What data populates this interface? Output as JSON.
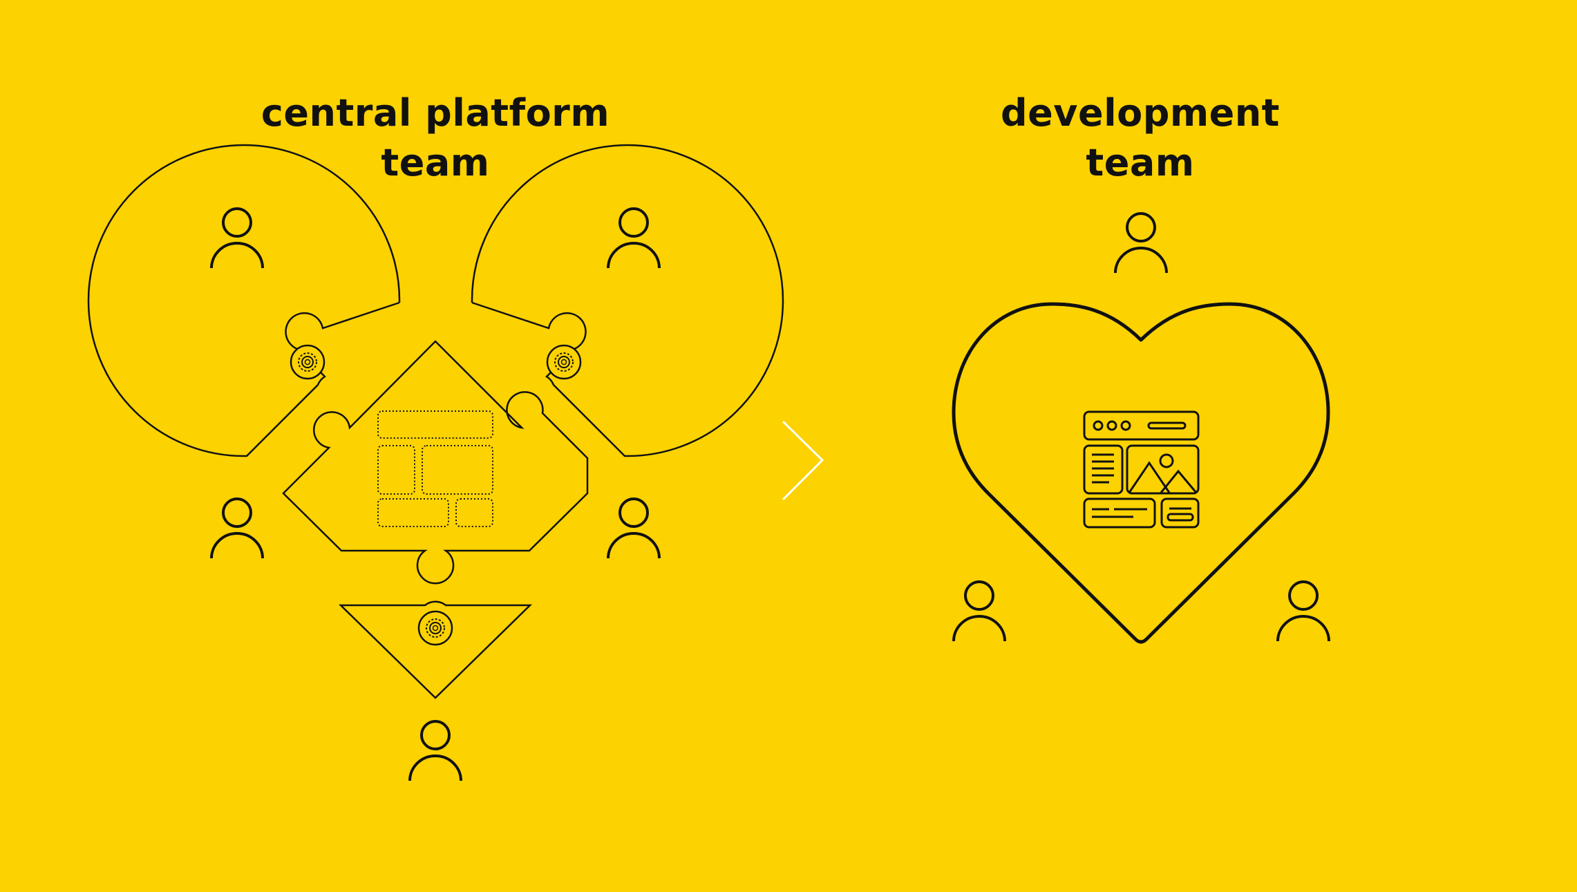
{
  "colors": {
    "background": "#FCD200",
    "ink": "#111111",
    "arrow": "#FFFFFF"
  },
  "left_group": {
    "title_line1": "central platform",
    "title_line2": "team"
  },
  "right_group": {
    "title_line1": "development",
    "title_line2": "team"
  },
  "icons": [
    "person-icon",
    "gear-icon",
    "puzzle-piece-icon",
    "heart-icon",
    "webpage-layout-icon",
    "chevron-right-icon"
  ]
}
